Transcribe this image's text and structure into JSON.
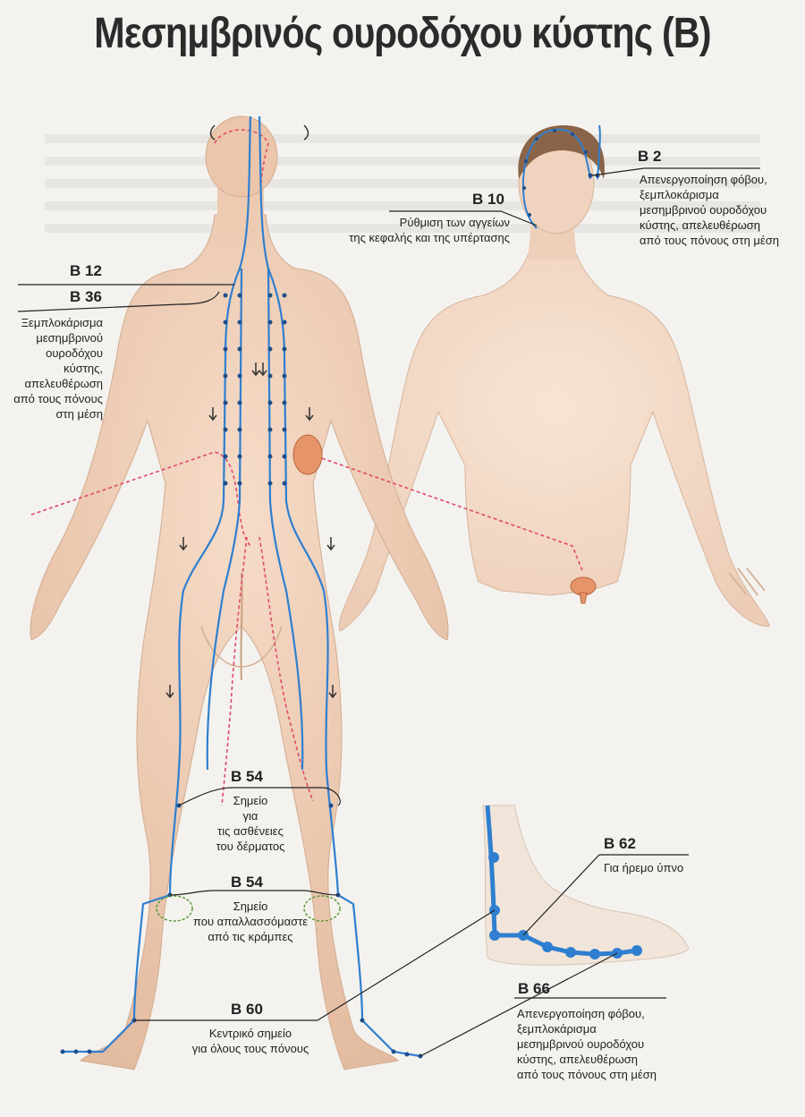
{
  "title": "Μεσημβρινός ουροδόχου κύστης (B)",
  "colors": {
    "meridian": "#2f7fd0",
    "internal_path": "#e04a6a",
    "skin": "#efcfb8",
    "organ": "#e6946a",
    "leader": "#222222"
  },
  "points": [
    {
      "code": "B 2",
      "desc": [
        "Απενεργοποίηση φόβου,",
        "ξεμπλοκάρισμα",
        "μεσημβρινού ουροδόχου",
        "κύστης, απελευθέρωση",
        "από τους πόνους στη μέση"
      ]
    },
    {
      "code": "B 10",
      "desc": [
        "Ρύθμιση των αγγείων",
        "της κεφαλής και της υπέρτασης"
      ]
    },
    {
      "code": "B 12",
      "desc": []
    },
    {
      "code": "B 36",
      "desc": [
        "Ξεμπλοκάρισμα",
        "μεσημβρινού",
        "ουροδόχου",
        "κύστης,",
        "απελευθέρωση",
        "από τους πόνους",
        "στη μέση"
      ]
    },
    {
      "code": "B 54",
      "desc": [
        "Σημείο",
        "για",
        "τις ασθένειες",
        "του δέρματος"
      ]
    },
    {
      "code": "B 54",
      "desc": [
        "Σημείο",
        "που απαλλασσόμαστε",
        "από τις κράμπες"
      ]
    },
    {
      "code": "B 60",
      "desc": [
        "Κεντρικό σημείο",
        "για όλους τους πόνους"
      ]
    },
    {
      "code": "B 62",
      "desc": [
        "Για ήρεμο ύπνο"
      ]
    },
    {
      "code": "B 66",
      "desc": [
        "Απενεργοποίηση φόβου,",
        "ξεμπλοκάρισμα",
        "μεσημβρινού ουροδόχου",
        "κύστης, απελευθέρωση",
        "από τους πόνους στη μέση"
      ]
    }
  ]
}
